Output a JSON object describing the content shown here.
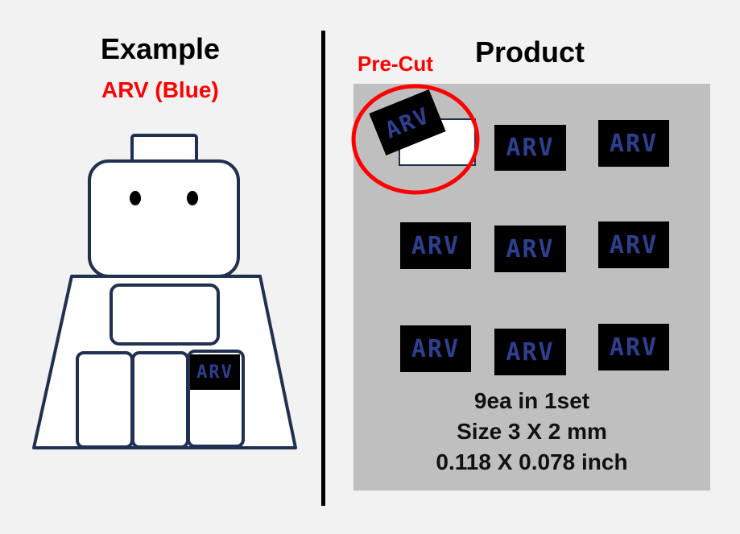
{
  "left": {
    "title": "Example",
    "subtitle": "ARV (Blue)",
    "sticker_text": "ARV"
  },
  "right": {
    "title": "Product",
    "precut_label": "Pre-Cut",
    "sticker_text": "ARV",
    "specs": [
      "9ea in 1set",
      "Size 3 X 2 mm",
      "0.118 X 0.078 inch"
    ]
  },
  "colors": {
    "background": "#f2f2f2",
    "accent_red": "#ff0000",
    "sticker_bg": "#000000",
    "sticker_text": "#2e3f8f",
    "panel_bg": "#bfbfbf",
    "outline": "#1f3050"
  },
  "icons": {
    "figure": "minifigure-outline-icon"
  }
}
